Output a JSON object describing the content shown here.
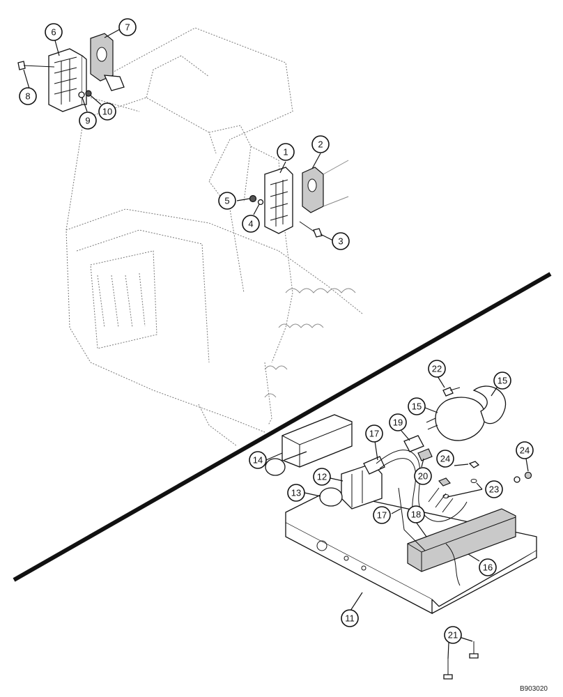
{
  "figure_code": "B903020",
  "callouts": [
    "1",
    "2",
    "3",
    "4",
    "5",
    "6",
    "7",
    "8",
    "9",
    "10",
    "11",
    "12",
    "13",
    "14",
    "15",
    "15",
    "16",
    "17",
    "17",
    "18",
    "19",
    "20",
    "21",
    "22",
    "23",
    "24",
    "24"
  ]
}
